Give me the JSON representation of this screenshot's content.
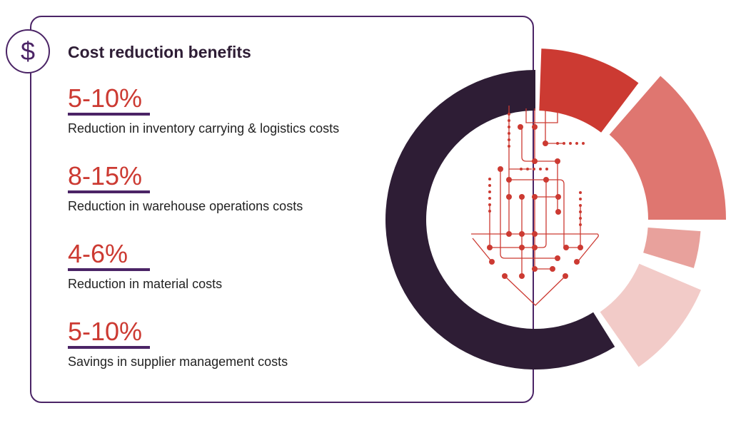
{
  "header": {
    "icon": "dollar-icon",
    "icon_glyph": "$",
    "title": "Cost reduction benefits"
  },
  "benefits": [
    {
      "value": "5-10%",
      "label": "Reduction in inventory carrying & logistics costs"
    },
    {
      "value": "8-15%",
      "label": "Reduction in warehouse operations costs"
    },
    {
      "value": "4-6%",
      "label": "Reduction in material costs"
    },
    {
      "value": "5-10%",
      "label": "Savings in supplier management costs"
    }
  ],
  "colors": {
    "dark": "#2e1d35",
    "accent": "#cc3a32",
    "seg2": "#df7670",
    "seg3": "#e8a19c",
    "seg4": "#f2cbc8",
    "border": "#4b2466"
  }
}
